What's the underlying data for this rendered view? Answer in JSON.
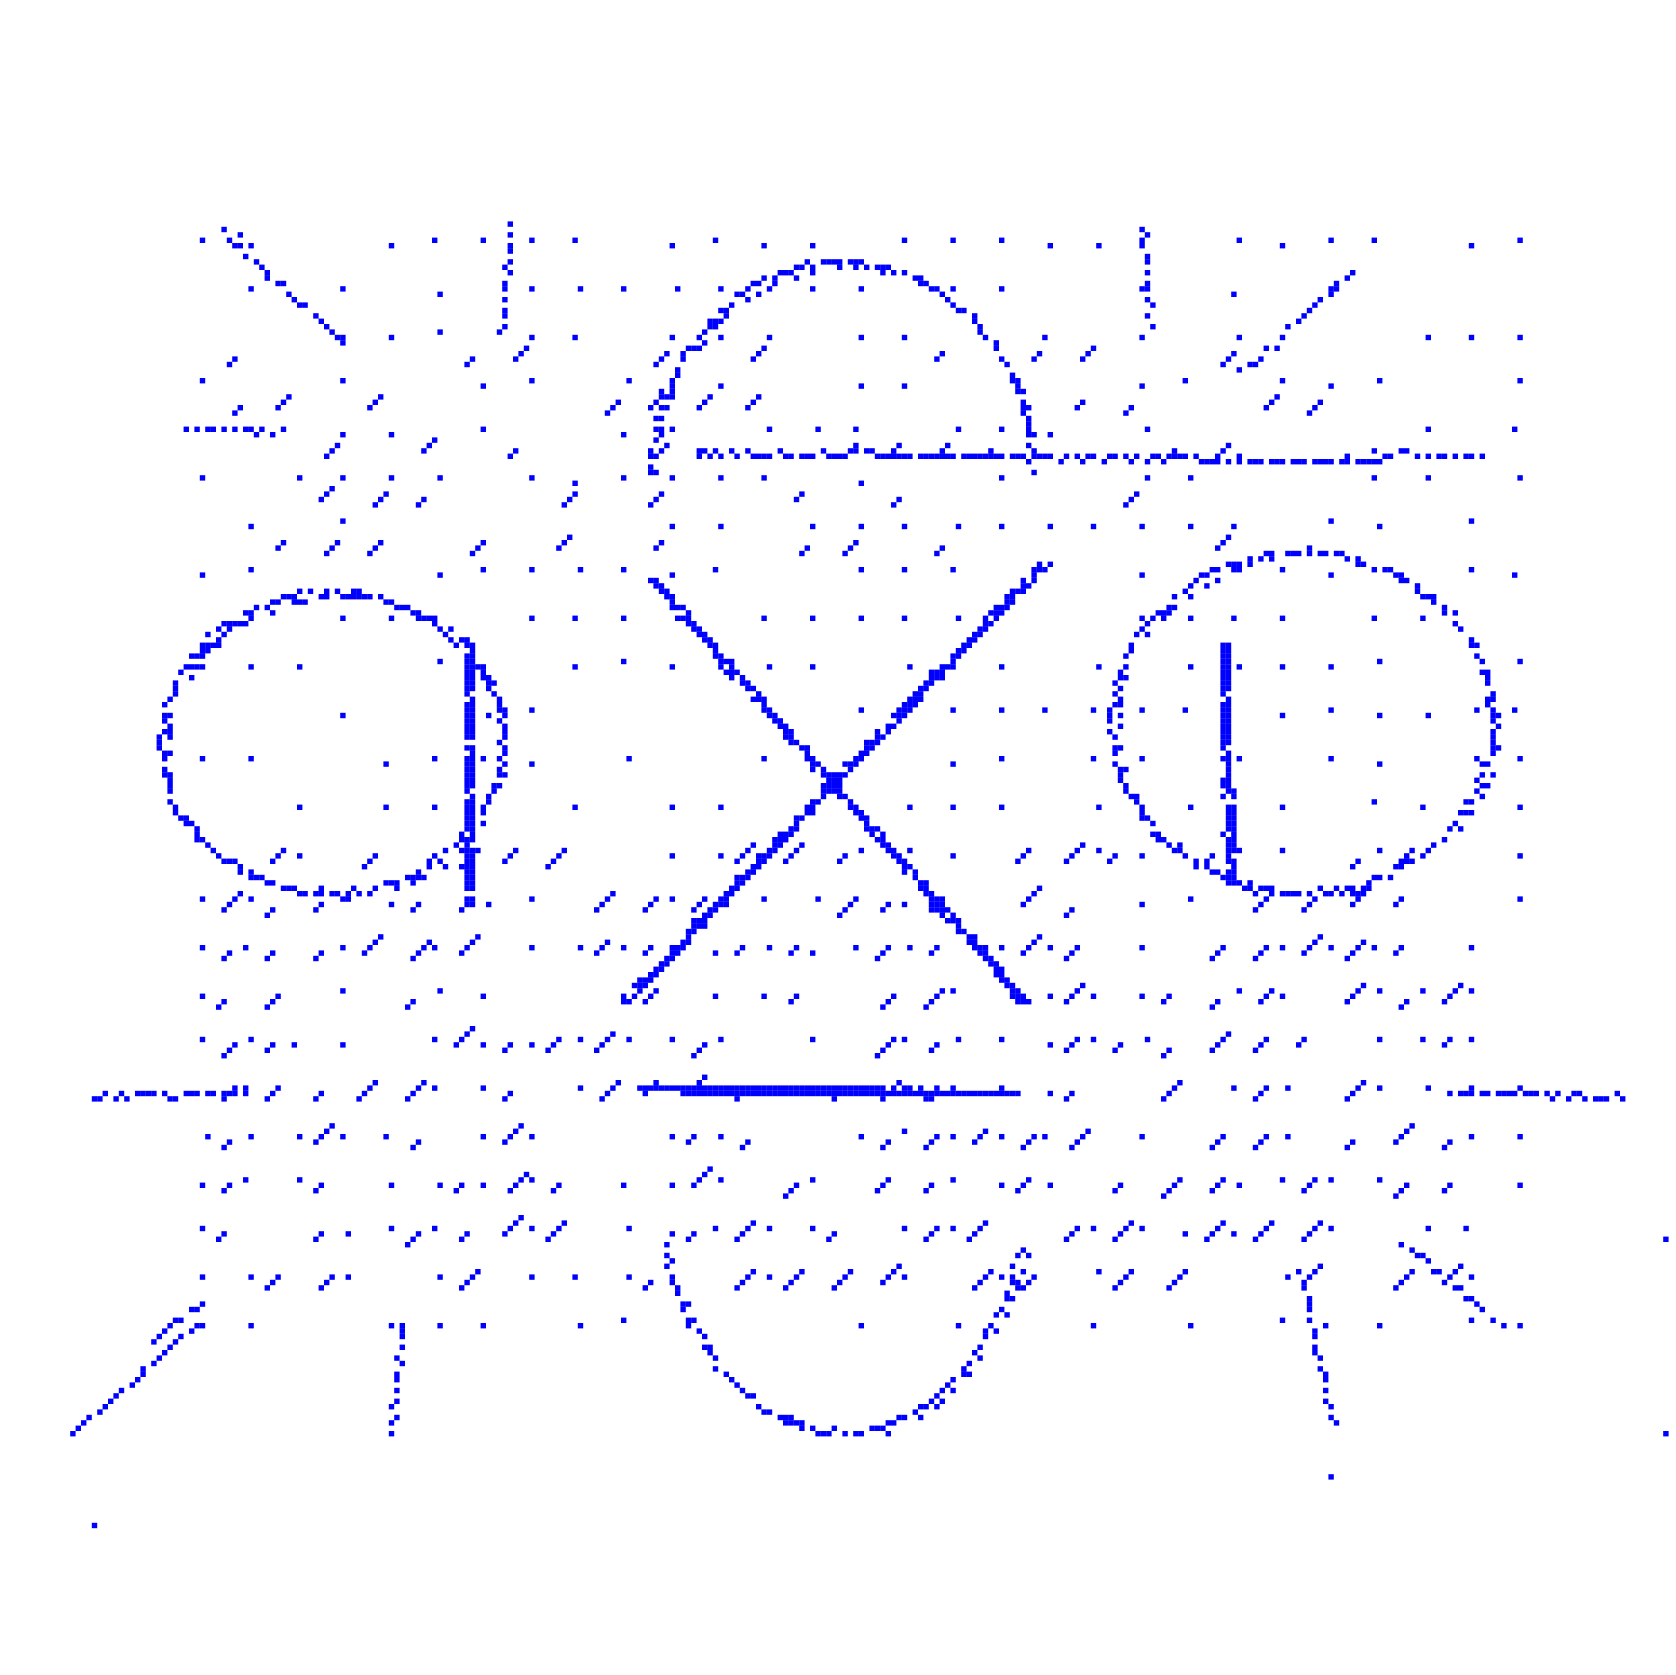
{
  "figure": {
    "kind": "sparse dot pattern",
    "color": "#0000ff",
    "background": "#ffffff",
    "motifs": [
      "upper-arch",
      "left-circle",
      "right-circle",
      "center-x",
      "horizontal-bar",
      "lower-arch",
      "radiating-spikes",
      "diagonal-hatch-field"
    ]
  }
}
